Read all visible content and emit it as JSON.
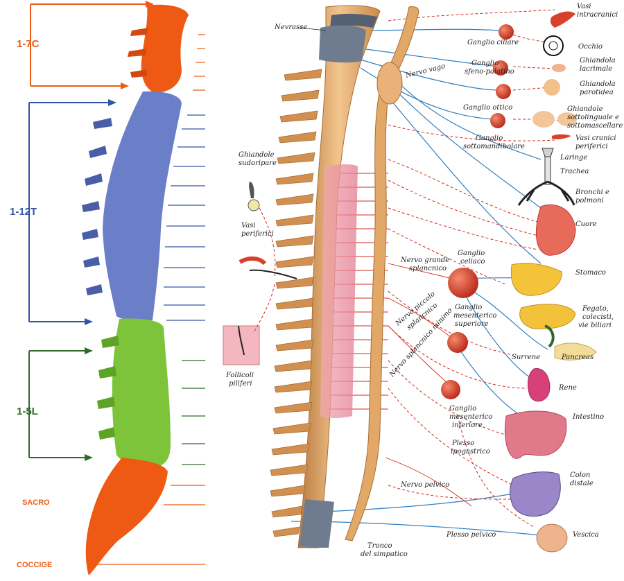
{
  "spine_segments": {
    "cervical": {
      "label": "1-7C",
      "color": "#ee5a14"
    },
    "thoracic": {
      "label": "1-12T",
      "color": "#3355a8"
    },
    "lumbar": {
      "label": "1-5L",
      "color": "#2f6a2a"
    },
    "sacrum": {
      "label": "SACRO",
      "color": "#ee5a14"
    },
    "coccyx": {
      "label": "COCCIGE",
      "color": "#ee5a14"
    }
  },
  "labels": {
    "nevrasse": "Nevrasse",
    "nervo_vago": "Nervo vago",
    "ghiandole_sudoripare": [
      "Ghiandole",
      "sudoripare"
    ],
    "vasi_periferici": [
      "Vasi",
      "periferici"
    ],
    "follicoli_piliferi": [
      "Follicoli",
      "piliferi"
    ],
    "nervo_grande_splancnico": [
      "Nervo grande",
      "splancnico"
    ],
    "nervo_piccolo_splancnico": [
      "Nervo piccolo",
      "splancnico"
    ],
    "nervo_splancnico_minimo": "Nervo splancnico minimo",
    "nervo_pelvico": "Nervo pelvico",
    "tronco_simpatico": [
      "Tronco",
      "del simpatico"
    ],
    "ganglio_ciliare": "Ganglio  ciliare",
    "ganglio_sfeno_palatino": [
      "Ganglio",
      "sfeno-palatino"
    ],
    "ganglio_ottico": "Ganglio   ottico",
    "ganglio_sottomandibolare": [
      "Ganglio",
      "sottomandibolare"
    ],
    "ganglio_celiaco": [
      "Ganglio",
      "celiaco"
    ],
    "ganglio_mesenterico_superiore": [
      "Ganglio",
      "mesenterico",
      "superiore"
    ],
    "ganglio_mesenterico_inferiore": [
      "Ganglio",
      "mesenterico",
      "inferiore"
    ],
    "plesso_ipogastrico": [
      "Plesso",
      "ipogastrico"
    ],
    "plesso_pelvico": "Plesso pelvico",
    "vasi_intracranici": [
      "Vasi",
      "intracranici"
    ],
    "occhio": "Occhio",
    "ghiandola_lacrimale": [
      "Ghiandola",
      "lacrimale"
    ],
    "ghiandola_parotidea": [
      "Ghiandola",
      "parotidea"
    ],
    "ghiandole_sottolinguale": [
      "Ghiandole",
      "sottolinguale e",
      "sottomascellare"
    ],
    "vasi_cranici_periferici": [
      "Vasi cranici",
      "periferici"
    ],
    "laringe": "Laringe",
    "trachea": "Trachea",
    "bronchi_polmoni": [
      "Bronchi e",
      "polmoni"
    ],
    "cuore": "Cuore",
    "stomaco": "Stomaco",
    "fegato": [
      "Fegato,",
      "colecisti,",
      "vie biliari"
    ],
    "surrene": "Surrene",
    "pancreas": "Pancreas",
    "rene": "Rene",
    "intestino": "Intestino",
    "colon_distale": [
      "Colon",
      "distale"
    ],
    "vescica": "Vescica"
  },
  "colors": {
    "nerve_red": "#d8281e",
    "nerve_blue": "#2f7fc0",
    "bone": "#e2a868",
    "ganglion": "#d8402c"
  }
}
